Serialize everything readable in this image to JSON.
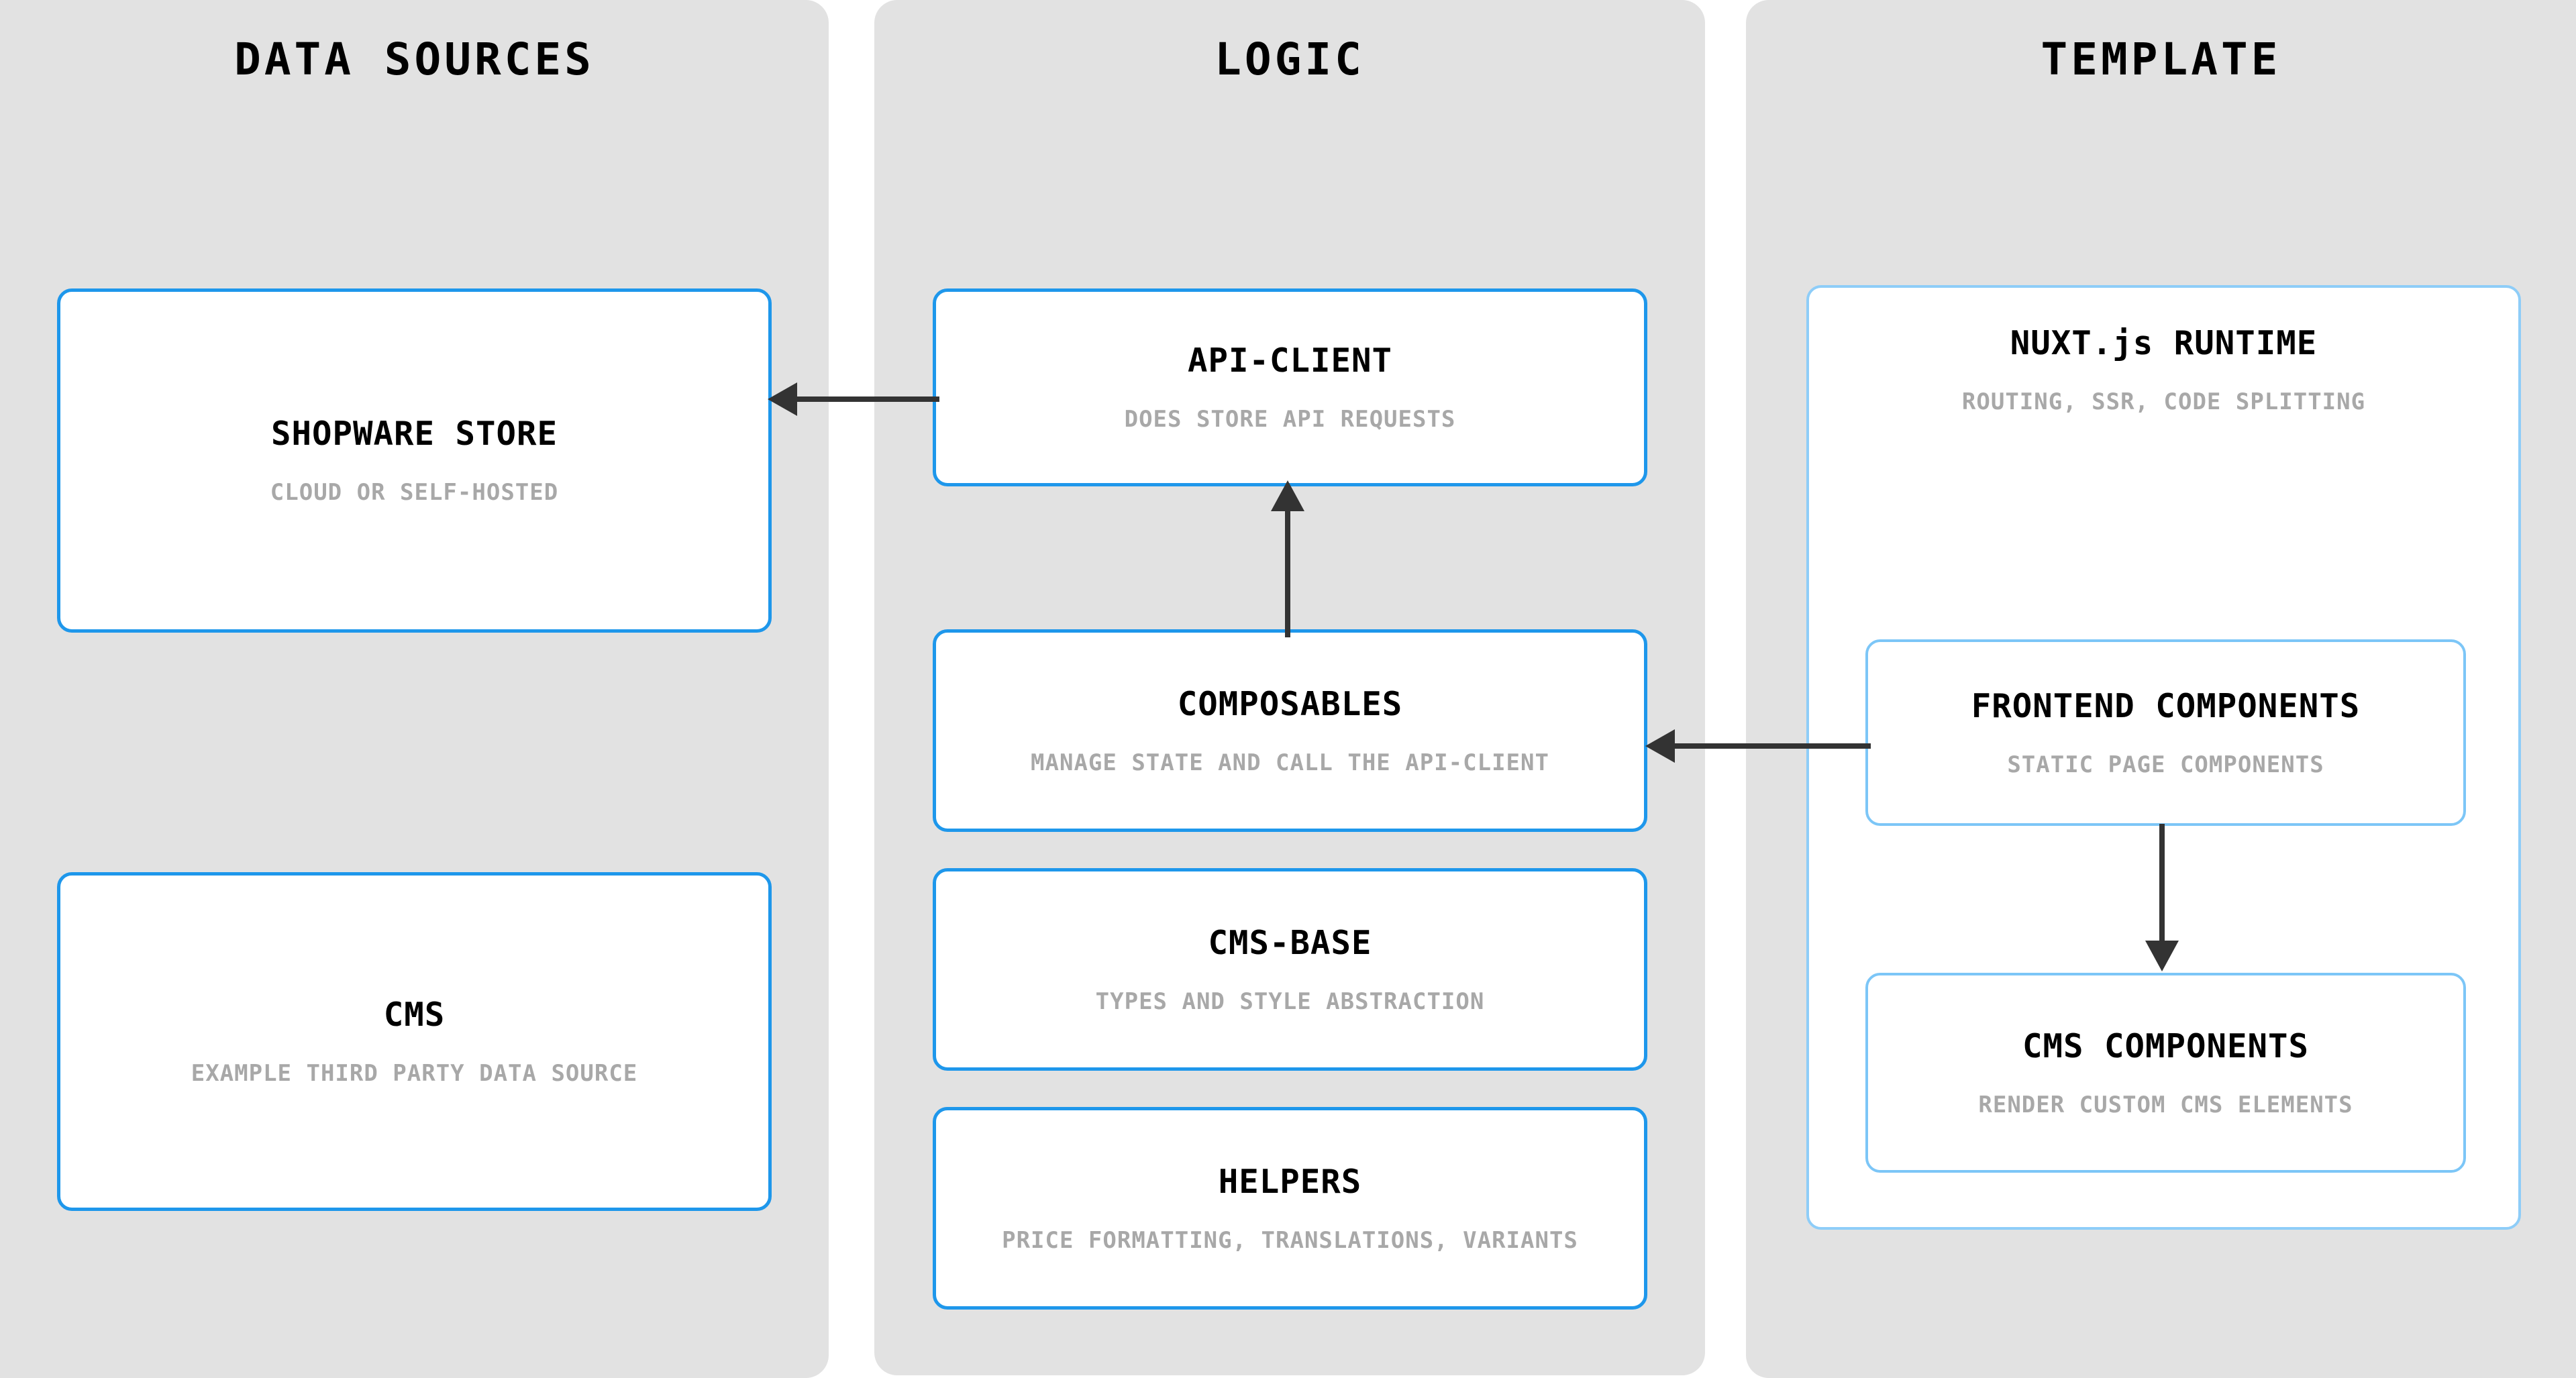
{
  "columns": [
    {
      "id": "data-sources",
      "title": "DATA SOURCES"
    },
    {
      "id": "logic",
      "title": "LOGIC"
    },
    {
      "id": "template",
      "title": "TEMPLATE"
    }
  ],
  "cards": {
    "shopware_store": {
      "title": "SHOPWARE STORE",
      "subtitle": "CLOUD OR SELF-HOSTED"
    },
    "cms": {
      "title": "CMS",
      "subtitle": "EXAMPLE THIRD PARTY DATA SOURCE"
    },
    "api_client": {
      "title": "API-CLIENT",
      "subtitle": "DOES STORE API REQUESTS"
    },
    "composables": {
      "title": "COMPOSABLES",
      "subtitle": "MANAGE STATE AND CALL THE API-CLIENT"
    },
    "cms_base": {
      "title": "CMS-BASE",
      "subtitle": "TYPES AND STYLE ABSTRACTION"
    },
    "helpers": {
      "title": "HELPERS",
      "subtitle": "PRICE FORMATTING, TRANSLATIONS, VARIANTS"
    },
    "nuxt_runtime": {
      "title": "NUXT.js RUNTIME",
      "subtitle": "ROUTING, SSR, CODE SPLITTING"
    },
    "frontend_components": {
      "title": "FRONTEND COMPONENTS",
      "subtitle": "STATIC PAGE COMPONENTS"
    },
    "cms_components": {
      "title": "CMS COMPONENTS",
      "subtitle": "RENDER CUSTOM CMS ELEMENTS"
    }
  },
  "arrows": [
    {
      "id": "api-client-to-shopware-store",
      "from": "API-CLIENT",
      "to": "SHOPWARE STORE",
      "direction": "left"
    },
    {
      "id": "composables-to-api-client",
      "from": "COMPOSABLES",
      "to": "API-CLIENT",
      "direction": "up"
    },
    {
      "id": "frontend-components-to-composables",
      "from": "FRONTEND COMPONENTS",
      "to": "COMPOSABLES",
      "direction": "left"
    },
    {
      "id": "frontend-components-to-cms-components",
      "from": "FRONTEND COMPONENTS",
      "to": "CMS COMPONENTS",
      "direction": "down"
    }
  ],
  "colors": {
    "page_background": "#ffffff",
    "panel_background": "#e2e2e2",
    "card_background": "#ffffff",
    "card_border_strong": "#1e97eb",
    "card_border_soft": "#7cc6f7",
    "title_text": "#000000",
    "subtitle_text": "#a8a8a8",
    "arrow": "#333333"
  }
}
